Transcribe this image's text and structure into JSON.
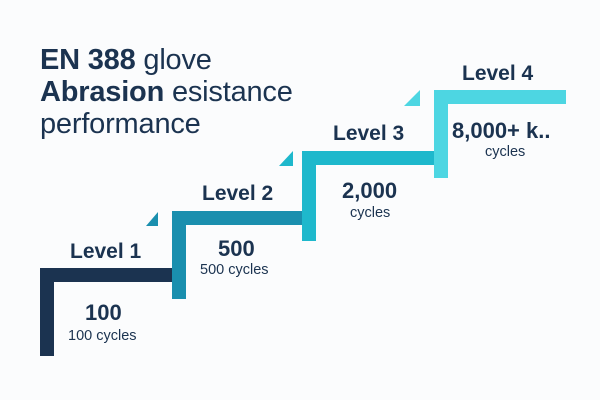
{
  "title": {
    "line1_bold": "EN 388",
    "line1_rest": " glove",
    "line2_bold": "Abrasion",
    "line2_rest": " esistance",
    "line3": "performance"
  },
  "levels": [
    {
      "label": "Level 1",
      "value": "100",
      "caption": "100 cycles",
      "color": "#1b3350"
    },
    {
      "label": "Level 2",
      "value": "500",
      "caption": "500 cycles",
      "color": "#1a8fae"
    },
    {
      "label": "Level 3",
      "value": "2,000",
      "caption": "cycles",
      "color": "#1eb8cc"
    },
    {
      "label": "Level 4",
      "value": "8,000+ k..",
      "caption": "cycles",
      "color": "#4dd6e2"
    }
  ]
}
